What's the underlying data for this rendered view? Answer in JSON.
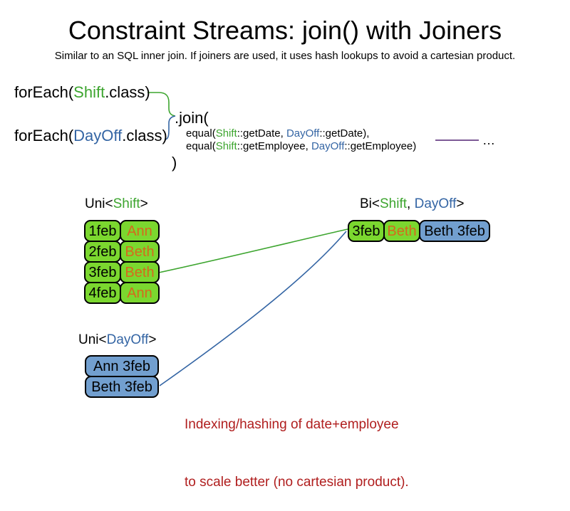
{
  "slide": {
    "title": "Constraint Streams: join() with Joiners",
    "subtitle": "Similar to an SQL inner join. If joiners are used, it uses hash lookups to avoid a cartesian product."
  },
  "code": {
    "foreach_shift": {
      "pre": "forEach(",
      "cls": "Shift",
      "post": ".class)"
    },
    "foreach_dayoff": {
      "pre": "forEach(",
      "cls": "DayOff",
      "post": ".class)"
    },
    "join_open": ".join(",
    "equal_date": {
      "fn": "equal(",
      "shift": "Shift",
      "mid": "::getDate, ",
      "dayoff": "DayOff",
      "end": "::getDate),"
    },
    "equal_employee": {
      "fn": "equal(",
      "shift": "Shift",
      "mid": "::getEmployee, ",
      "dayoff": "DayOff",
      "end": "::getEmployee)"
    },
    "join_close": ")",
    "ellipsis": "…"
  },
  "uni_shift": {
    "label": {
      "pre": "Uni<",
      "type": "Shift",
      "post": ">"
    },
    "rows": [
      {
        "date": "1feb",
        "employee": "Ann"
      },
      {
        "date": "2feb",
        "employee": "Beth"
      },
      {
        "date": "3feb",
        "employee": "Beth"
      },
      {
        "date": "4feb",
        "employee": "Ann"
      }
    ]
  },
  "bi": {
    "label": {
      "pre": "Bi<",
      "shift": "Shift",
      "sep": ", ",
      "dayoff": "DayOff",
      "post": ">"
    },
    "row": {
      "date": "3feb",
      "employee": "Beth",
      "dayoff": "Beth 3feb"
    }
  },
  "uni_dayoff": {
    "label": {
      "pre": "Uni<",
      "type": "DayOff",
      "post": ">"
    },
    "rows": [
      {
        "text": "Ann 3feb"
      },
      {
        "text": "Beth 3feb"
      }
    ]
  },
  "note": {
    "line1": "Indexing/hashing of date+employee",
    "line2": "to scale better (no cartesian product)."
  },
  "colors": {
    "class_green": "#3da52f",
    "class_blue": "#3465a4",
    "cell_green": "#7bd72f",
    "cell_blue": "#729fcf",
    "employee_orange": "#d5691d",
    "note_red": "#b01e1e",
    "joiner_purple": "#7d5a96",
    "text_black": "#000000"
  }
}
